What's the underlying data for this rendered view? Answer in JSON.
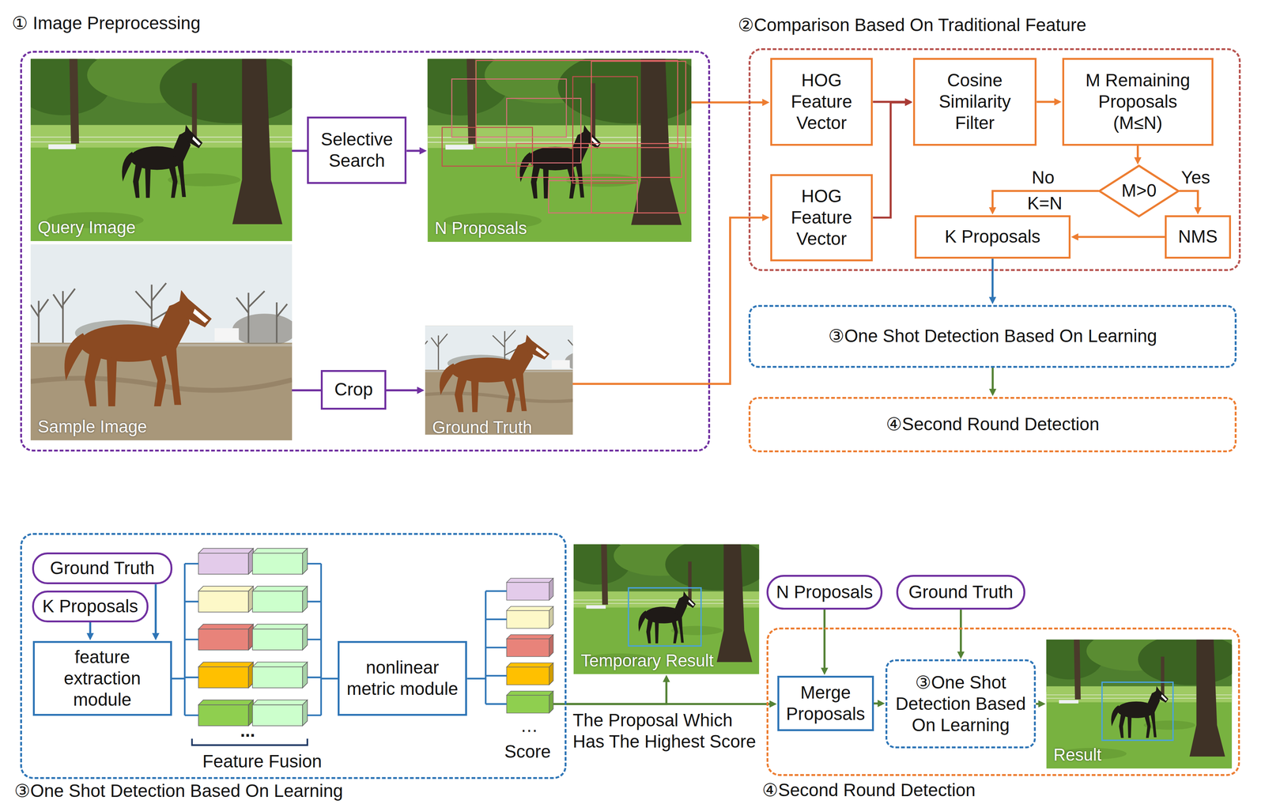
{
  "diagram": {
    "nodes": [
      {
        "text": [
          "① Image Preprocessing"
        ]
      },
      {
        "text": [
          "Query Image"
        ],
        "in": 0
      },
      {
        "text": [
          "Selective Search"
        ],
        "in": 0
      },
      {
        "text": [
          "N Proposals"
        ],
        "in": 0
      },
      {
        "text": [
          "Sample Image"
        ],
        "in": 0
      },
      {
        "text": [
          "Crop"
        ],
        "in": 0
      },
      {
        "text": [
          "Ground Truth"
        ],
        "in": 0
      },
      {
        "text": [
          "②Comparison Based On Traditional Feature"
        ]
      },
      {
        "text": [
          "HOG Feature Vector"
        ],
        "in": 7
      },
      {
        "text": [
          "HOG Feature Vector"
        ],
        "in": 7
      },
      {
        "text": [
          "Cosine Similarity Filter"
        ],
        "in": 7
      },
      {
        "text": [
          "M Remaining Proposals (M≤N)"
        ],
        "in": 7
      },
      {
        "text": [
          "M>0"
        ],
        "in": 7
      },
      {
        "text": [
          "K Proposals"
        ],
        "in": 7
      },
      {
        "text": [
          "NMS"
        ],
        "in": 7
      },
      {
        "text": [
          "③One Shot Detection Based On Learning"
        ]
      },
      {
        "text": [
          "④Second Round Detection"
        ]
      },
      {
        "text": [
          "③One Shot Detection Based On Learning"
        ]
      },
      {
        "text": [
          "Ground Truth"
        ],
        "in": 17
      },
      {
        "text": [
          "K Proposals"
        ],
        "in": 17
      },
      {
        "text": [
          "feature extraction module"
        ],
        "in": 17
      },
      {
        "text": [
          "nonlinear metric module"
        ],
        "in": 17
      },
      {
        "text": [
          "Temporary Result"
        ]
      },
      {
        "text": [
          "N Proposals"
        ]
      },
      {
        "text": [
          "Ground Truth"
        ]
      },
      {
        "text": [
          "④Second Round Detection"
        ]
      },
      {
        "text": [
          "Merge Proposals"
        ],
        "in": 25
      },
      {
        "text": [
          "③One Shot Detection Based On Learning"
        ],
        "in": 25
      },
      {
        "text": [
          "Result"
        ],
        "in": 25
      }
    ],
    "edges": [
      {
        "from": 1,
        "to": 2,
        "arrow": "none"
      },
      {
        "from": 2,
        "to": 3,
        "arrow": "to"
      },
      {
        "from": 4,
        "to": 5,
        "arrow": "none"
      },
      {
        "from": 5,
        "to": 6,
        "arrow": "to"
      },
      {
        "from": 3,
        "to": 8,
        "arrow": "to"
      },
      {
        "from": 6,
        "to": 9,
        "arrow": "to"
      },
      {
        "from": 8,
        "to": 10,
        "arrow": "to"
      },
      {
        "from": 9,
        "to": 10,
        "arrow": "to"
      },
      {
        "from": 10,
        "to": 11,
        "arrow": "to"
      },
      {
        "from": 11,
        "to": 12,
        "arrow": "to"
      },
      {
        "from": 12,
        "to": 14,
        "label": "Yes",
        "arrow": "to"
      },
      {
        "from": 12,
        "to": 13,
        "label": "No",
        "arrow": "to"
      },
      {
        "from": 14,
        "to": 13,
        "arrow": "to"
      },
      {
        "from": 13,
        "to": 15,
        "arrow": "to"
      },
      {
        "from": 15,
        "to": 16,
        "arrow": "to"
      },
      {
        "from": 18,
        "to": 20,
        "arrow": "to"
      },
      {
        "from": 19,
        "to": 20,
        "arrow": "to"
      },
      {
        "from": 17,
        "to": 22,
        "arrow": "to"
      },
      {
        "from": 17,
        "to": 26,
        "arrow": "to"
      },
      {
        "from": 23,
        "to": 26,
        "arrow": "to"
      },
      {
        "from": 24,
        "to": 27,
        "arrow": "to"
      },
      {
        "from": 26,
        "to": 27,
        "arrow": "to"
      },
      {
        "from": 27,
        "to": 28,
        "arrow": "to"
      }
    ],
    "labels": [
      "K=N",
      "...",
      "Feature Fusion",
      "…",
      "Score",
      "The Proposal Which Has The Highest Score"
    ]
  }
}
